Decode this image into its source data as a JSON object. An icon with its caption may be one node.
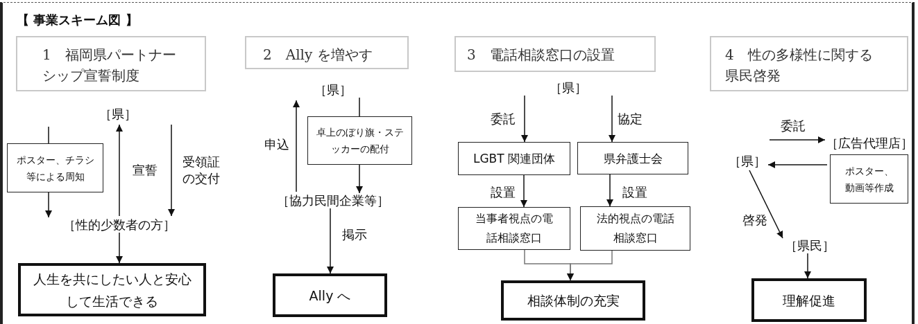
{
  "diagram": {
    "title": "【 事業スキーム図 】",
    "nodes": [
      {
        "text": [
          "1　福岡県パートナーシップ宣誓制度"
        ]
      },
      {
        "text": [
          "［県］"
        ]
      },
      {
        "text": [
          "ポスター、チラシ等による周知"
        ]
      },
      {
        "text": [
          "［性的少数者の方］"
        ]
      },
      {
        "text": [
          "人生を共にしたい人と安心して生活できる"
        ]
      },
      {
        "text": [
          "2　Ally を増やす"
        ]
      },
      {
        "text": [
          "［県］"
        ]
      },
      {
        "text": [
          "卓上のぼり旗・ステッカーの配付"
        ]
      },
      {
        "text": [
          "［協力民間企業等］"
        ]
      },
      {
        "text": [
          "Ally へ"
        ]
      },
      {
        "text": [
          "3　電話相談窓口の設置"
        ]
      },
      {
        "text": [
          "［県］"
        ]
      },
      {
        "text": [
          "LGBT 関連団体"
        ]
      },
      {
        "text": [
          "県弁護士会"
        ]
      },
      {
        "text": [
          "当事者視点の電話相談窓口"
        ]
      },
      {
        "text": [
          "法的視点の電話相談窓口"
        ]
      },
      {
        "text": [
          "相談体制の充実"
        ]
      },
      {
        "text": [
          "4　性の多様性に関する県民啓発"
        ]
      },
      {
        "text": [
          "［県］"
        ]
      },
      {
        "text": [
          "［広告代理店］"
        ]
      },
      {
        "text": [
          "ポスター、動画等作成"
        ]
      },
      {
        "text": [
          "［県民］"
        ]
      },
      {
        "text": [
          "理解促進"
        ]
      }
    ],
    "edges": [
      {
        "from": null,
        "to": 2,
        "arrow": "none"
      },
      {
        "from": 2,
        "to": 3,
        "arrow": "to"
      },
      {
        "from": 3,
        "to": 1,
        "arrow": "to",
        "label": "宣誓"
      },
      {
        "from": 1,
        "to": 3,
        "arrow": "to",
        "label": "受領証の交付"
      },
      {
        "from": 3,
        "to": 4,
        "arrow": "to"
      },
      {
        "from": 8,
        "to": 6,
        "arrow": "to",
        "label": "申込"
      },
      {
        "from": 6,
        "to": 7,
        "arrow": "none"
      },
      {
        "from": 7,
        "to": 8,
        "arrow": "to"
      },
      {
        "from": 8,
        "to": 9,
        "arrow": "to",
        "label": "掲示"
      },
      {
        "from": 11,
        "to": 12,
        "arrow": "to",
        "label": "委託"
      },
      {
        "from": 11,
        "to": 13,
        "arrow": "to",
        "label": "協定"
      },
      {
        "from": 12,
        "to": 14,
        "arrow": "to",
        "label": "設置"
      },
      {
        "from": 13,
        "to": 15,
        "arrow": "to",
        "label": "設置"
      },
      {
        "from": 14,
        "to": 16,
        "arrow": "to",
        "color": "#777777"
      },
      {
        "from": 15,
        "to": 16,
        "arrow": "to",
        "color": "#777777"
      },
      {
        "from": 18,
        "to": 19,
        "arrow": "to",
        "label": "委託"
      },
      {
        "from": 20,
        "to": 18,
        "arrow": "to"
      },
      {
        "from": 18,
        "to": 21,
        "arrow": "to",
        "label": "啓発"
      },
      {
        "from": 21,
        "to": 22,
        "arrow": "to"
      }
    ]
  }
}
